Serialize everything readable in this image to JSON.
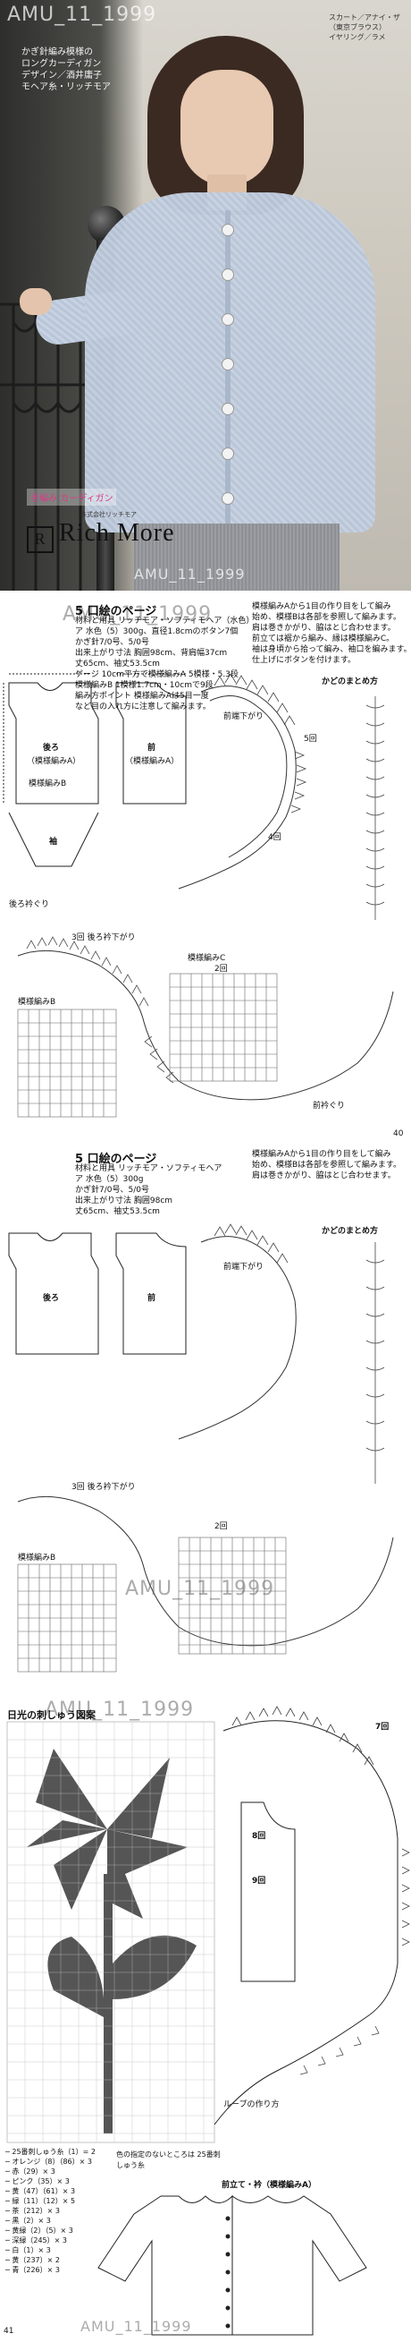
{
  "watermark": "AMU_11_1999",
  "photo": {
    "caption_left_lines": [
      "かぎ針編み模様の",
      "ロングカーディガン",
      "デザイン／酒井庸子",
      "モヘア糸・リッチモア"
    ],
    "caption_right_lines": [
      "スカート／アナイ・ザ",
      "（東京ブラウス）",
      "イヤリング／ラメ"
    ],
    "tag_text": "手編み カーディガン",
    "brand_text": "Rich More",
    "brand_logo": "R",
    "brand_small": "株式会社リッチモア"
  },
  "page1": {
    "page_number": "40",
    "section_title": "5 口絵のページ",
    "info_lines": [
      "材料と用具 リッチモア・ソフティモヘア（水色）",
      "ア 水色（5）300g、直径1.8cmのボタン7個",
      "かぎ針7/0号、5/0号",
      "出来上がり寸法 胸囲98cm、背肩幅37cm",
      "丈65cm、袖丈53.5cm",
      "ゲージ 10cm平方で模様編みA 5模様・5.3段",
      "模様編みB 1模様1.7cm・10cmで9段",
      "編み方ポイント 模様編みAは5目一度",
      "など目の入れ方に注意して編みます。"
    ],
    "instruction_lines": [
      "模様編みAから1目の作り目をして編み",
      "始め、模様Bは各部を参照して編みます。",
      "肩は巻きかがり、脇はとじ合わせます。",
      "前立ては裾から編み、縁は模様編みC。",
      "袖は身頃から拾って編み、袖口を編みます。",
      "仕上げにボタンを付けます。"
    ],
    "labels": {
      "back": "後ろ",
      "front": "前",
      "sleeve": "袖",
      "pattern_a": "（模様編みA）",
      "pattern_b": "模様編みB",
      "pattern_c": "模様編みC",
      "edge_title": "かどのまとめ方",
      "back_neck": "後ろ衿ぐり",
      "front_edge": "前端下がり",
      "round3": "3回 後ろ衿下がり",
      "round2": "2回",
      "round4": "4回",
      "round5": "5回",
      "front_neck": "前衿ぐり"
    }
  },
  "page2": {
    "section_title": "5 口絵のページ",
    "info_lines": [
      "材料と用具 リッチモア・ソフティモヘア",
      "ア 水色（5）300g",
      "かぎ針7/0号、5/0号",
      "出来上がり寸法 胸囲98cm",
      "丈65cm、袖丈53.5cm"
    ],
    "instruction_lines": [
      "模様編みAから1目の作り目をして編み",
      "始め、模様Bは各部を参照して編みます。",
      "肩は巻きかがり、脇はとじ合わせます。"
    ],
    "labels": {
      "back": "後ろ",
      "front": "前",
      "pattern_b": "模様編みB",
      "edge_title": "かどのまとめ方",
      "round3": "3回 後ろ衿下がり",
      "round2": "2回",
      "front_edge": "前端下がり"
    }
  },
  "page3": {
    "page_number": "41",
    "chart_title": "日光の刺しゅう図案",
    "legend": [
      "─ 25番刺しゅう糸（1）= 2",
      "─ オレンジ（8）（86）× 3",
      "─ 赤（29）× 3",
      "─ ピンク（35）× 3",
      "─ 黄（47）（61）× 3",
      "─ 緑（11）（12）× 5",
      "─ 茶（212）× 3",
      "─ 黒（2）× 3",
      "─ 黄緑（2）（5）× 3",
      "─ 深緑（245）× 3",
      "─ 白（1）× 3",
      "─ 黄（237）× 2",
      "─ 青（226）× 3"
    ],
    "note": "色の指定のないところは 25番刺しゅう糸",
    "labels": {
      "front_edge_title": "前立て・衿（模様編みA）",
      "round7": "7回",
      "round8": "8回",
      "round9": "9回",
      "loop_note": "ループの作り方"
    }
  }
}
